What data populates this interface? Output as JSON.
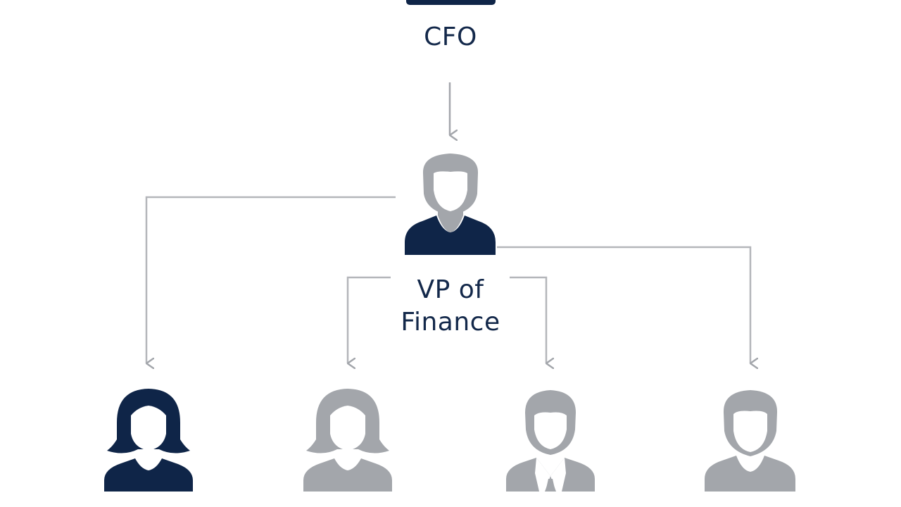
{
  "diagram": {
    "type": "org-chart",
    "nodes": {
      "cfo": {
        "label": "CFO",
        "icon": "person-block-icon"
      },
      "vp": {
        "label_line1": "VP of",
        "label_line2": "Finance",
        "icon": "person-male-icon"
      },
      "reports": [
        {
          "icon": "person-female-icon",
          "highlighted": true
        },
        {
          "icon": "person-female-icon",
          "highlighted": false
        },
        {
          "icon": "person-male-suit-icon",
          "highlighted": false
        },
        {
          "icon": "person-male-icon",
          "highlighted": false
        }
      ]
    },
    "colors": {
      "dark": "#0f2548",
      "gray": "#a3a6ab",
      "connector": "#b4b6ba",
      "text": "#13284a",
      "background": "#ffffff"
    }
  }
}
